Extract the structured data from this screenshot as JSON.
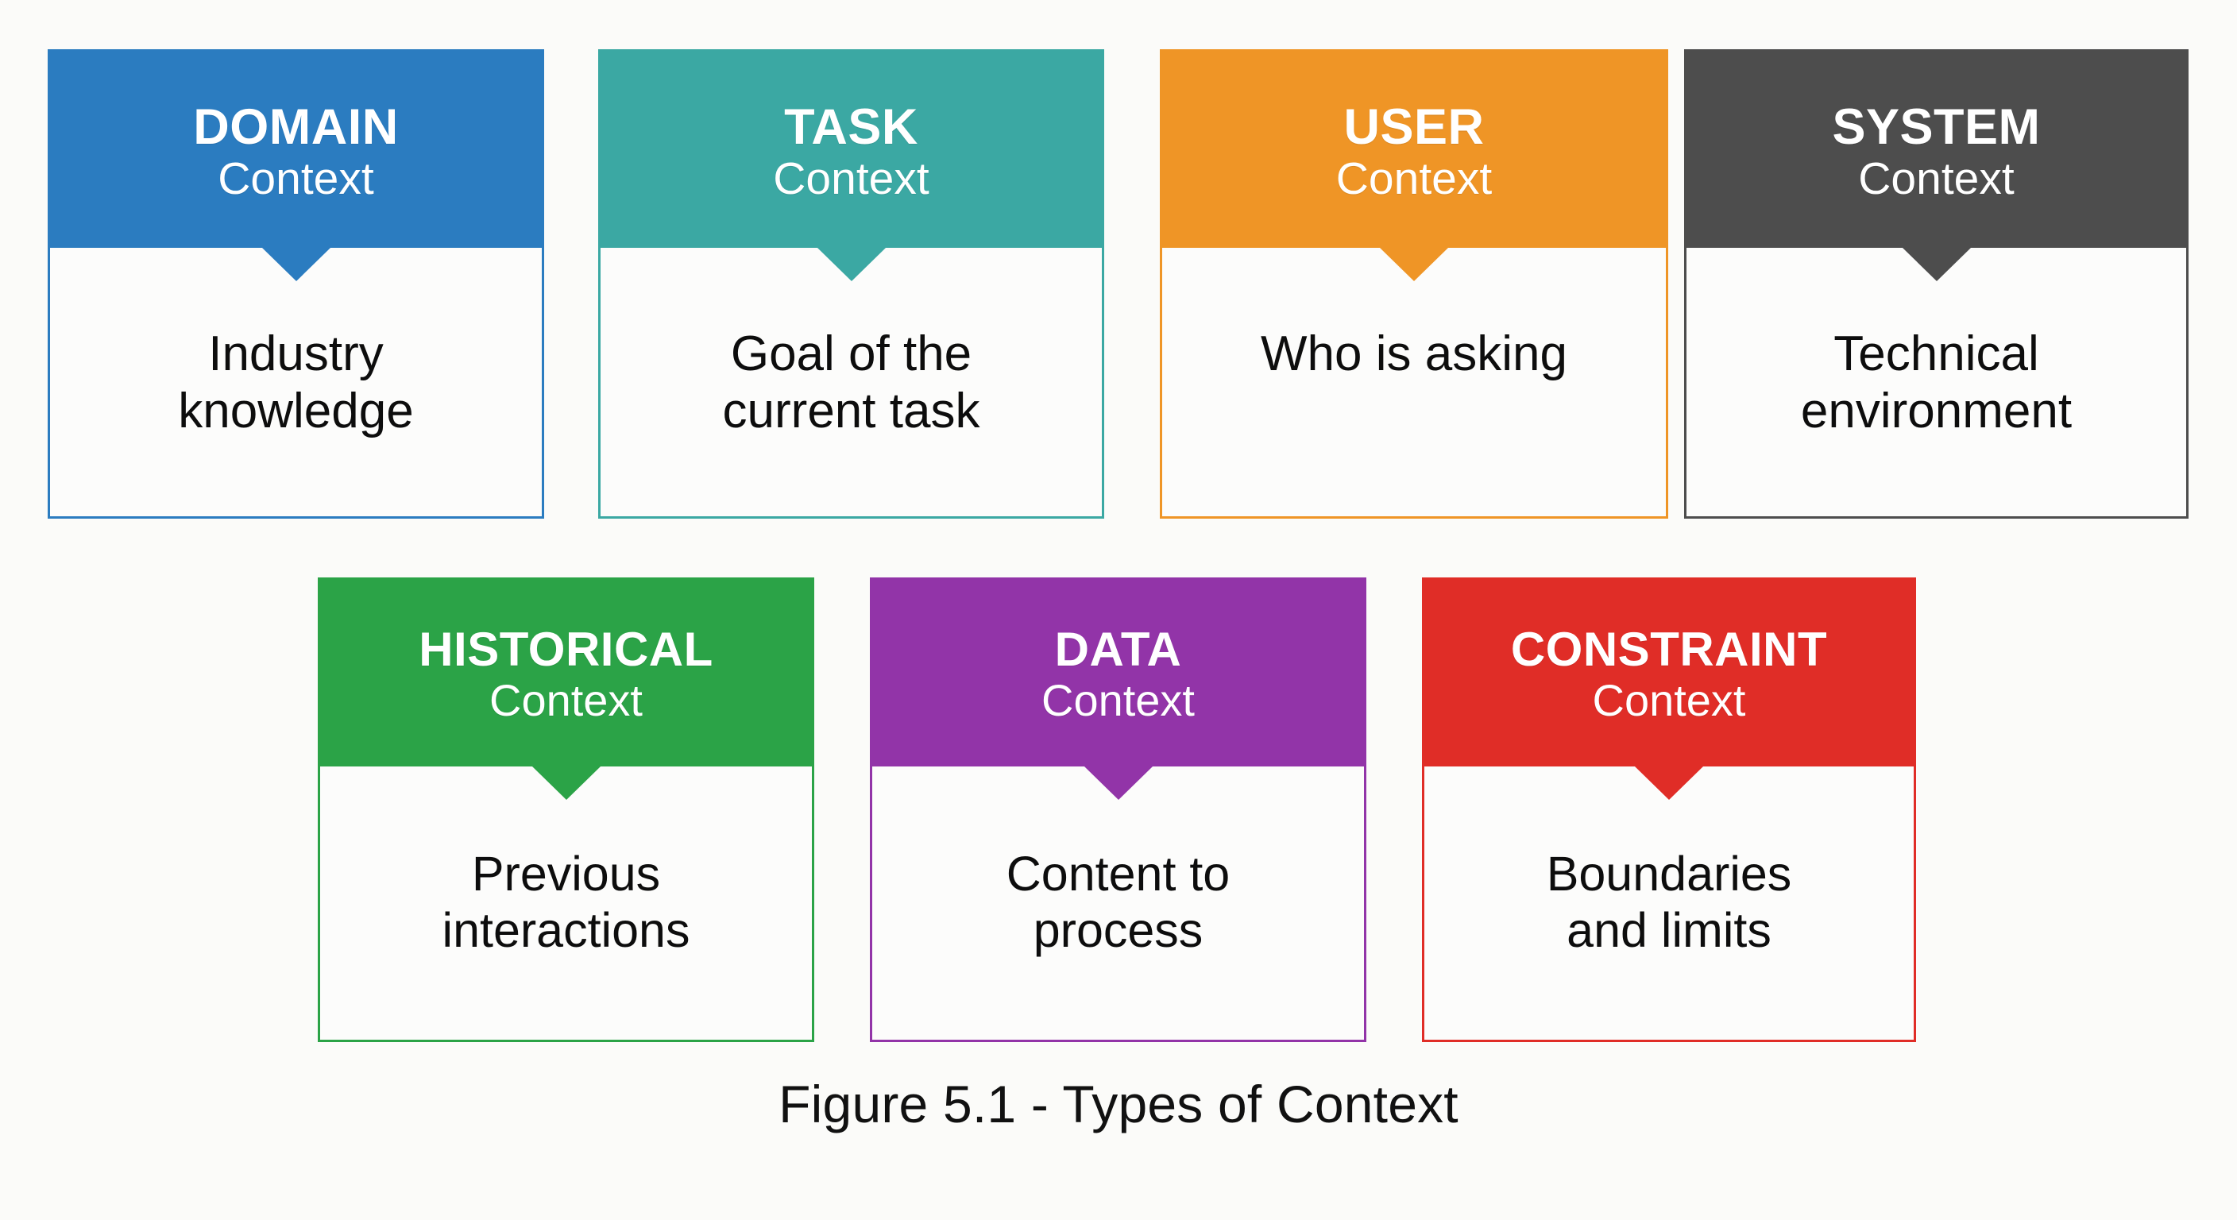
{
  "figure": {
    "caption": "Figure 5.1 - Types of Context",
    "background_color": "#fbfbf9"
  },
  "rows": [
    {
      "row_index": 1,
      "cards": [
        {
          "title": "DOMAIN",
          "subtitle": "Context",
          "body_line1": "Industry",
          "body_line2": "knowledge",
          "color": "#2b7cc0"
        },
        {
          "title": "TASK",
          "subtitle": "Context",
          "body_line1": "Goal of the",
          "body_line2": "current task",
          "color": "#3ba8a3"
        },
        {
          "title": "USER",
          "subtitle": "Context",
          "body_line1": "Who is asking",
          "body_line2": "",
          "color": "#ef9526"
        },
        {
          "title": "SYSTEM",
          "subtitle": "Context",
          "body_line1": "Technical",
          "body_line2": "environment",
          "color": "#4d4d4d"
        }
      ]
    },
    {
      "row_index": 2,
      "cards": [
        {
          "title": "HISTORICAL",
          "subtitle": "Context",
          "body_line1": "Previous",
          "body_line2": "interactions",
          "color": "#2ba347"
        },
        {
          "title": "DATA",
          "subtitle": "Context",
          "body_line1": "Content to",
          "body_line2": "process",
          "color": "#9234a8"
        },
        {
          "title": "CONSTRAINT",
          "subtitle": "Context",
          "body_line1": "Boundaries",
          "body_line2": "and limits",
          "color": "#e02d27"
        }
      ]
    }
  ]
}
